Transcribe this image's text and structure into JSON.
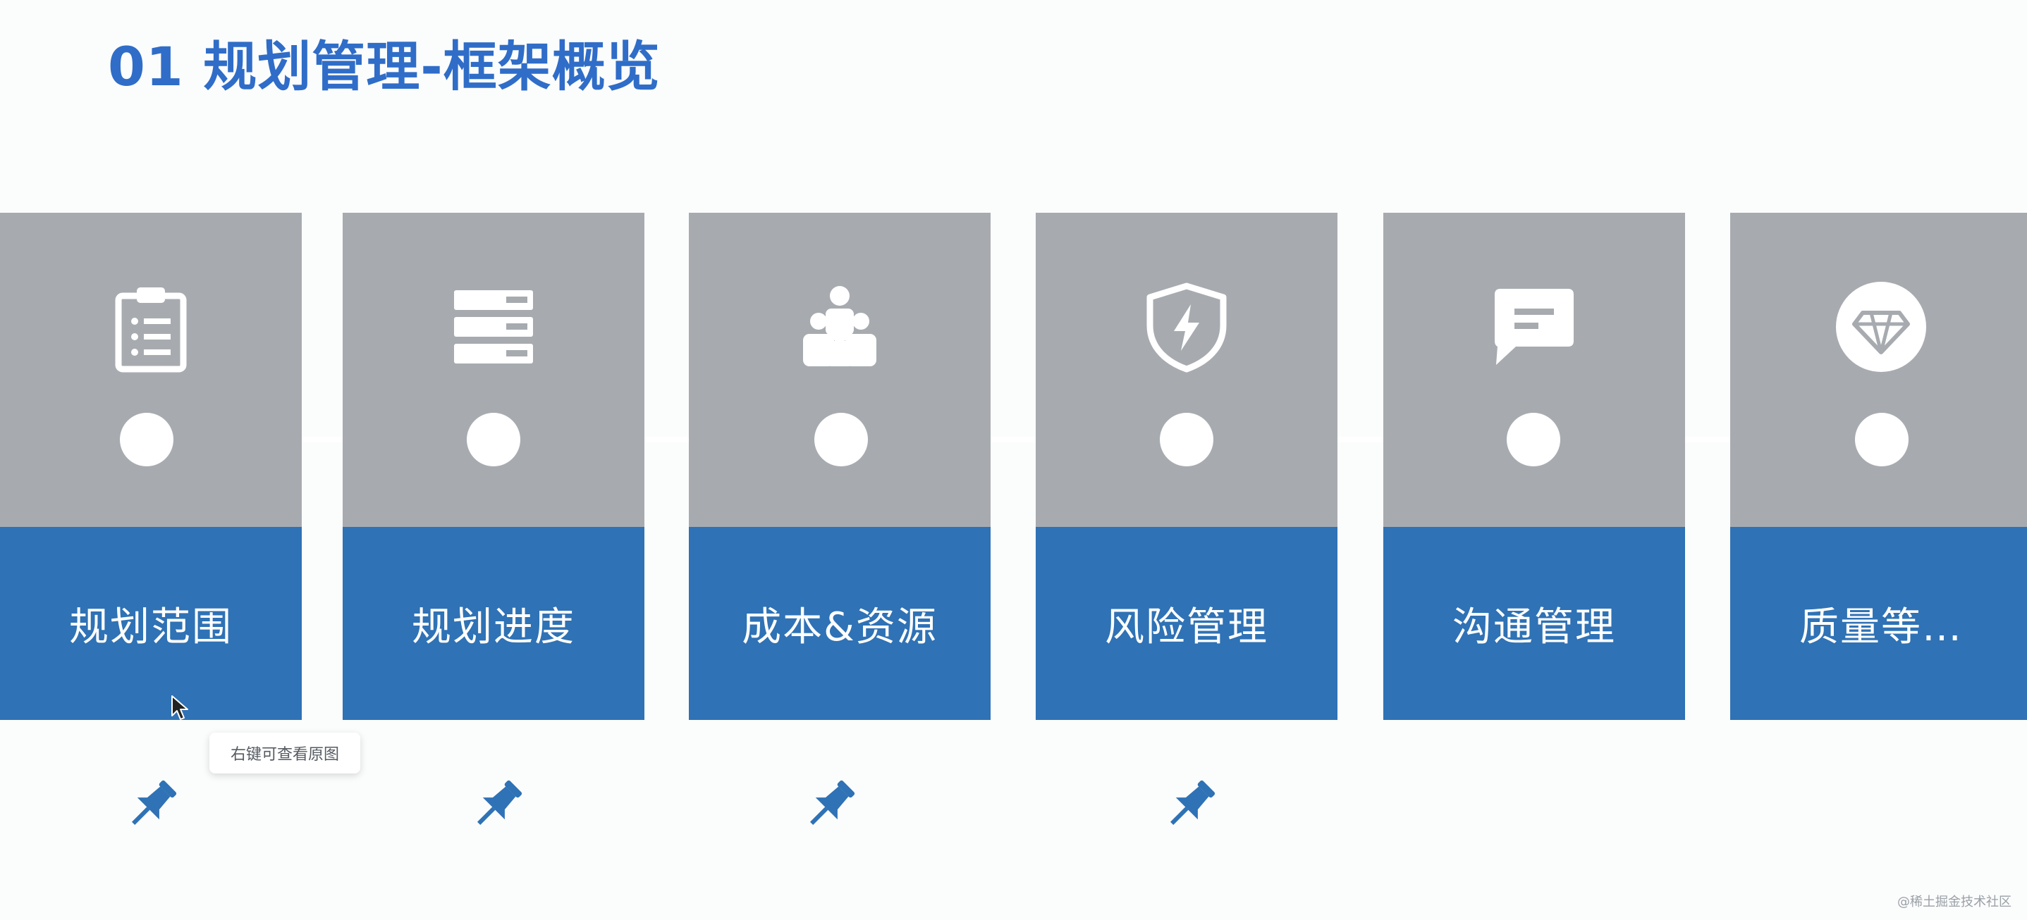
{
  "title": "01 规划管理-框架概览",
  "colors": {
    "title": "#2f6dc8",
    "card_top": "#a7abb0",
    "card_bottom": "#2f72b5",
    "pin": "#2f72b5",
    "background": "#fbfcfc"
  },
  "cards": [
    {
      "label": "规划范围",
      "icon": "clipboard-icon",
      "pinned": true
    },
    {
      "label": "规划进度",
      "icon": "server-stack-icon",
      "pinned": true
    },
    {
      "label": "成本&资源",
      "icon": "team-icon",
      "pinned": true
    },
    {
      "label": "风险管理",
      "icon": "shield-bolt-icon",
      "pinned": true
    },
    {
      "label": "沟通管理",
      "icon": "chat-bubble-icon",
      "pinned": false
    },
    {
      "label": "质量等…",
      "icon": "diamond-icon",
      "pinned": false
    }
  ],
  "tooltip": {
    "text": "右键可查看原图"
  },
  "watermark": "@稀土掘金技术社区"
}
